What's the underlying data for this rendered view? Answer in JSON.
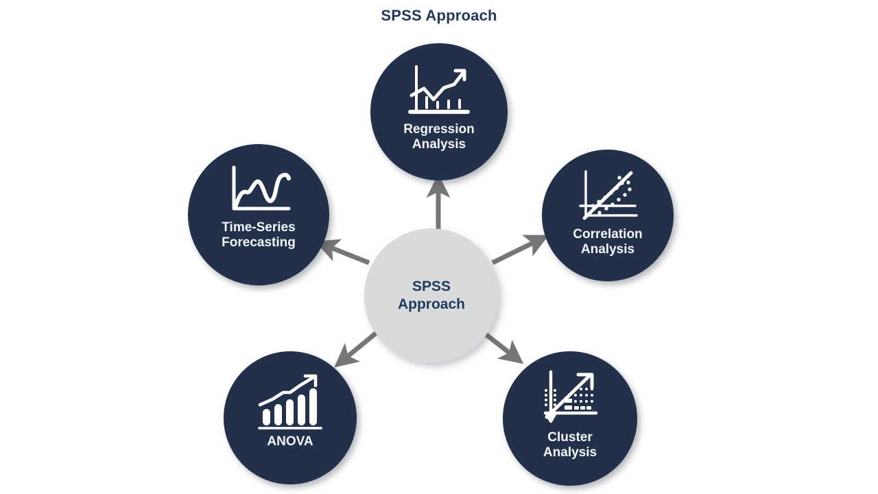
{
  "page": {
    "title": "SPSS Approach",
    "background_color": "#ffffff"
  },
  "colors": {
    "title_text": "#23395b",
    "node_fill": "#22304a",
    "node_text": "#f4f6f9",
    "center_fill": "#d9dadb",
    "center_text": "#1f3a5f",
    "arrow": "#767676",
    "icon_stroke": "#ffffff"
  },
  "center": {
    "label": "SPSS\nApproach",
    "icon": "none"
  },
  "nodes": [
    {
      "id": "regression-analysis",
      "label": "Regression\nAnalysis",
      "icon": "line-chart-trend-up-icon",
      "position": "top"
    },
    {
      "id": "correlation-analysis",
      "label": "Correlation\nAnalysis",
      "icon": "scatter-plot-correlation-icon",
      "position": "top-right"
    },
    {
      "id": "cluster-analysis",
      "label": "Cluster\nAnalysis",
      "icon": "cluster-grid-arrow-icon",
      "position": "bottom-right"
    },
    {
      "id": "anova",
      "label": "ANOVA",
      "icon": "bar-chart-growth-icon",
      "position": "bottom-left"
    },
    {
      "id": "time-series-forecasting",
      "label": "Time-Series\nForecasting",
      "icon": "wave-line-chart-icon",
      "position": "left"
    }
  ],
  "arrows": [
    {
      "id": "arrow-to-regression",
      "from": "center",
      "to": "regression-analysis"
    },
    {
      "id": "arrow-to-correlation",
      "from": "center",
      "to": "correlation-analysis"
    },
    {
      "id": "arrow-to-cluster",
      "from": "center",
      "to": "cluster-analysis"
    },
    {
      "id": "arrow-to-anova",
      "from": "center",
      "to": "anova"
    },
    {
      "id": "arrow-to-time-series",
      "from": "center",
      "to": "time-series-forecasting"
    }
  ]
}
